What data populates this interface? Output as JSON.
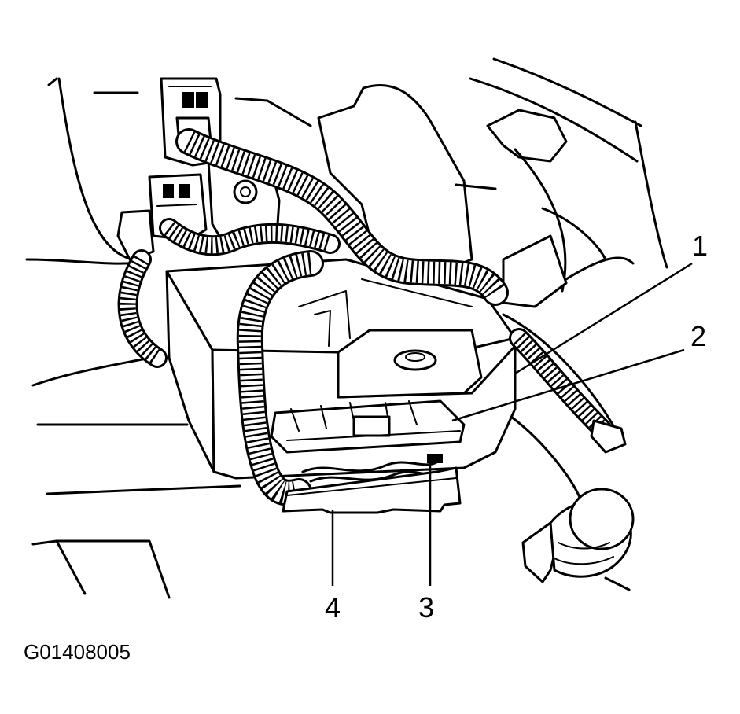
{
  "callouts": [
    {
      "id": "1",
      "label": "1"
    },
    {
      "id": "2",
      "label": "2"
    },
    {
      "id": "3",
      "label": "3"
    },
    {
      "id": "4",
      "label": "4"
    }
  ],
  "figure_id": "G01408005"
}
